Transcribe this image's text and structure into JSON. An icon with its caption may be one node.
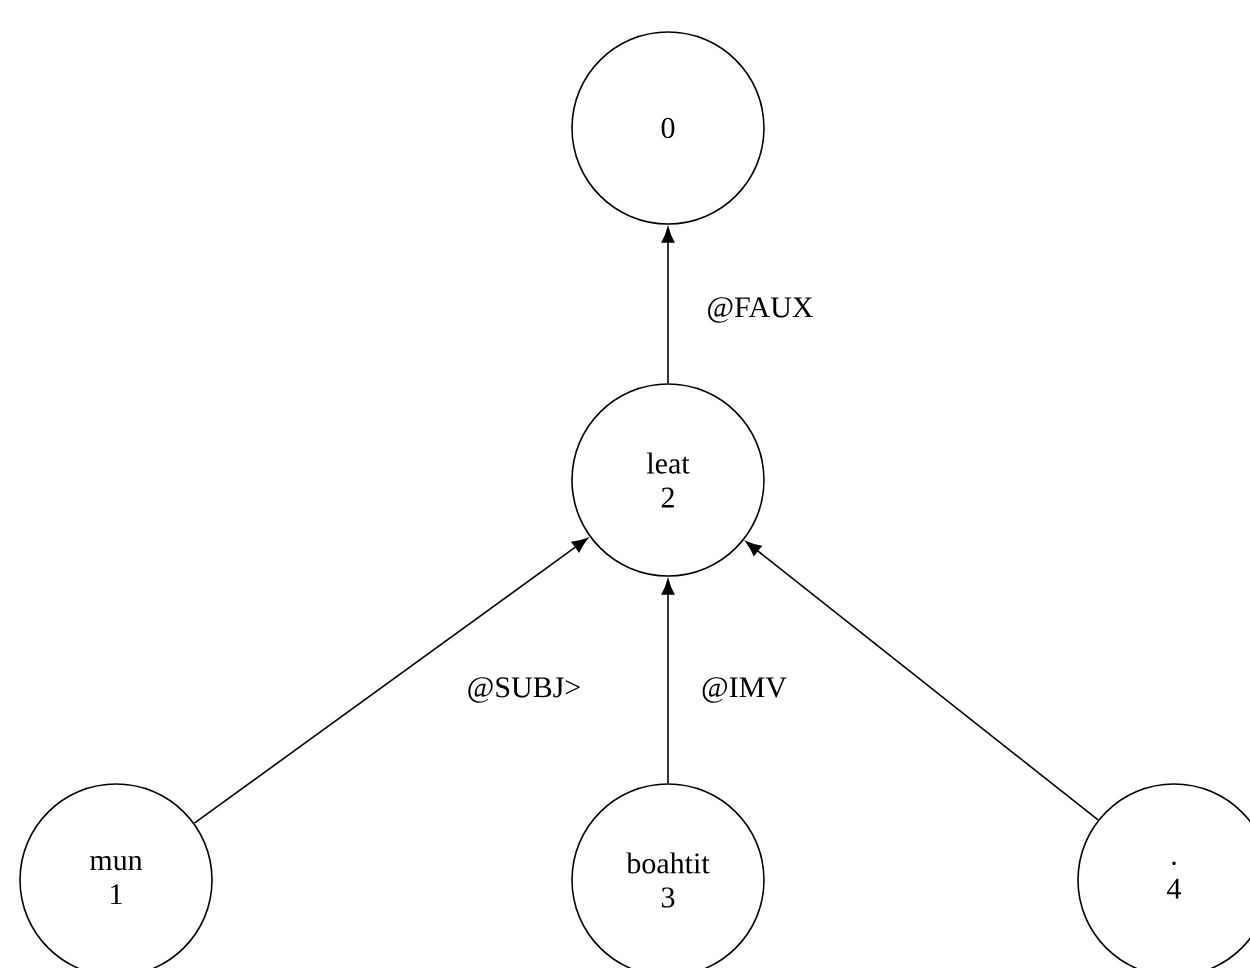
{
  "diagram": {
    "nodes": [
      {
        "text": [
          "0"
        ]
      },
      {
        "text": [
          "leat",
          "2"
        ]
      },
      {
        "text": [
          "mun",
          "1"
        ]
      },
      {
        "text": [
          "boahtit",
          "3"
        ]
      },
      {
        "text": [
          ".",
          "4"
        ]
      }
    ],
    "edges": [
      {
        "from": 1,
        "to": 0,
        "arrow": "to",
        "label": "@FAUX"
      },
      {
        "from": 2,
        "to": 1,
        "arrow": "to",
        "label": "@SUBJ>"
      },
      {
        "from": 3,
        "to": 1,
        "arrow": "to",
        "label": "@IMV"
      },
      {
        "from": 4,
        "to": 1,
        "arrow": "to"
      }
    ]
  }
}
